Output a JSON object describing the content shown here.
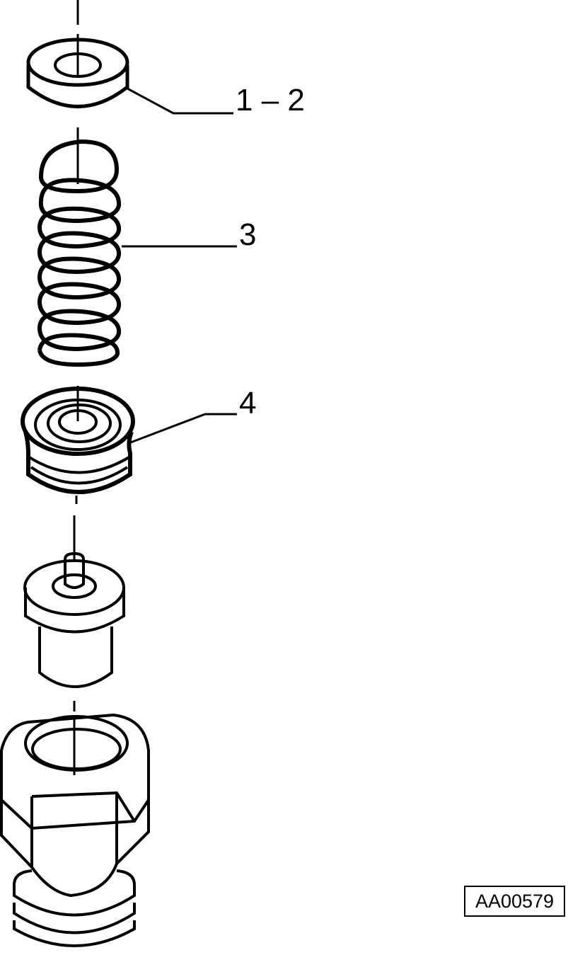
{
  "callouts": [
    {
      "id": "washers",
      "label": "1 – 2"
    },
    {
      "id": "spring",
      "label": "3"
    },
    {
      "id": "valve-holder",
      "label": "4"
    }
  ],
  "reference_code": "AA00579"
}
